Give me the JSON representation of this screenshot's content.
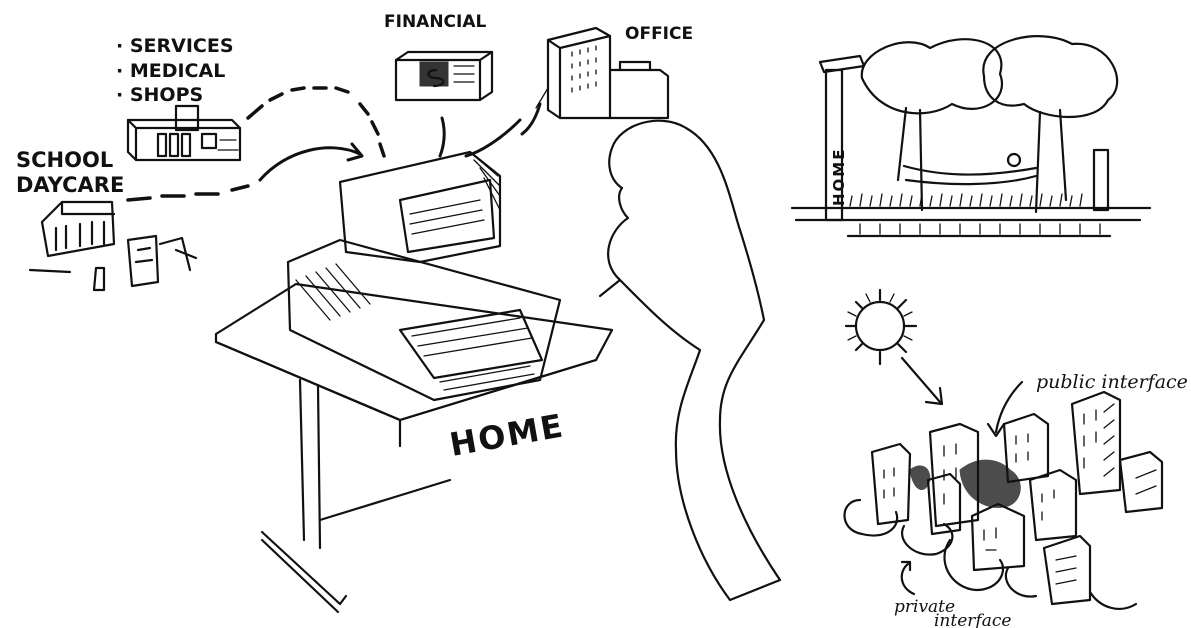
{
  "left_labels": {
    "services": "· SERVICES",
    "medical": "· MEDICAL",
    "shops": "· SHOPS",
    "school": "SCHOOL",
    "daycare": "DAYCARE",
    "financial": "FINANCIAL",
    "office": "OFFICE",
    "desk_home": "HOME"
  },
  "right_top": {
    "sign": "HOME"
  },
  "right_bottom": {
    "public_interface": "public interface",
    "private_interface_line1": "private",
    "private_interface_line2": "interface"
  },
  "ink_color": "#111111",
  "background_color": "#ffffff"
}
